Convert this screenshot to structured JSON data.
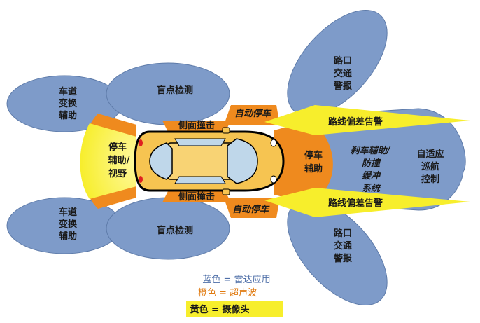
{
  "colors": {
    "radar": "#7E9BC9",
    "ultrasonic": "#EF8A1E",
    "camera": "#F7EE2C",
    "car_body": "#F6C451",
    "glass": "#BFD7EA",
    "outline": "#000000"
  },
  "zones": {
    "lane_change_top": [
      "车道",
      "变换",
      "辅助"
    ],
    "lane_change_bottom": [
      "车道",
      "变换",
      "辅助"
    ],
    "blind_spot_top": "盲点检测",
    "blind_spot_bottom": "盲点检测",
    "side_impact_top": "侧面撞击",
    "side_impact_bottom": "侧面撞击",
    "auto_park_top": "自动停车",
    "auto_park_bottom": "自动停车",
    "rear_park": [
      "停车",
      "辅助/",
      "视野"
    ],
    "front_park": [
      "停车",
      "辅助"
    ],
    "lane_departure_top": "路线偏差告警",
    "lane_departure_bottom": "路线偏差告警",
    "crossing_top": [
      "路口",
      "交通",
      "警报"
    ],
    "crossing_bottom": [
      "路口",
      "交通",
      "警报"
    ],
    "brake_assist": [
      "刹车辅助/",
      "防撞",
      "缓冲",
      "系统"
    ],
    "acc": [
      "自适应",
      "巡航",
      "控制"
    ]
  },
  "legend": {
    "blue": "蓝色 = 雷达应用",
    "orange": "橙色 = 超声波",
    "yellow": "黄色 = 摄像头"
  }
}
